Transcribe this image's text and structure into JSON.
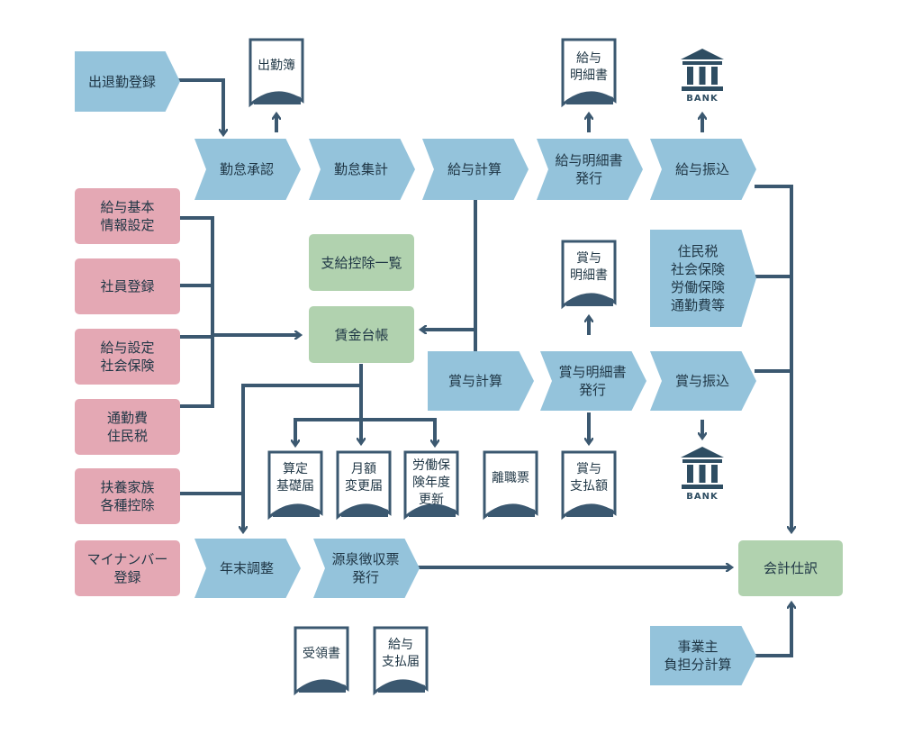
{
  "colors": {
    "process": "#94c3db",
    "input": "#e4a8b4",
    "ledger": "#b1d2af",
    "line": "#3b5870"
  },
  "inputs": {
    "attendance": "出退勤登録",
    "salary_basic": "給与基本\n情報設定",
    "employee": "社員登録",
    "salary_insurance": "給与設定\n社会保険",
    "commute_tax": "通勤費\n住民税",
    "dependents": "扶養家族\n各種控除",
    "mynumber": "マイナンバー\n登録"
  },
  "process": {
    "approval": "勤怠承認",
    "aggregate": "勤怠集計",
    "payroll_calc": "給与計算",
    "payslip_issue": "給与明細書\n発行",
    "payroll_transfer": "給与振込",
    "bonus_calc": "賞与計算",
    "bonus_slip_issue": "賞与明細書\n発行",
    "bonus_transfer": "賞与振込",
    "taxes": "住民税\n社会保険\n労働保険\n通勤費等",
    "year_end": "年末調整",
    "withholding_issue": "源泉徴収票\n発行",
    "employer_burden": "事業主\n負担分計算"
  },
  "ledger": {
    "deduction_list": "支給控除一覧",
    "wage_ledger": "賃金台帳",
    "accounting": "会計仕訳"
  },
  "docs": {
    "attendance_book": "出勤簿",
    "payslip": "給与\n明細書",
    "bonus_slip": "賞与\n明細書",
    "calc_base": "算定\n基礎届",
    "monthly_change": "月額\n変更届",
    "labor_insurance": "労働保\n険年度\n更新",
    "separation": "離職票",
    "bonus_payment": "賞与\n支払額",
    "receipt": "受領書",
    "salary_payment": "給与\n支払届"
  },
  "bank_label": "BANK"
}
